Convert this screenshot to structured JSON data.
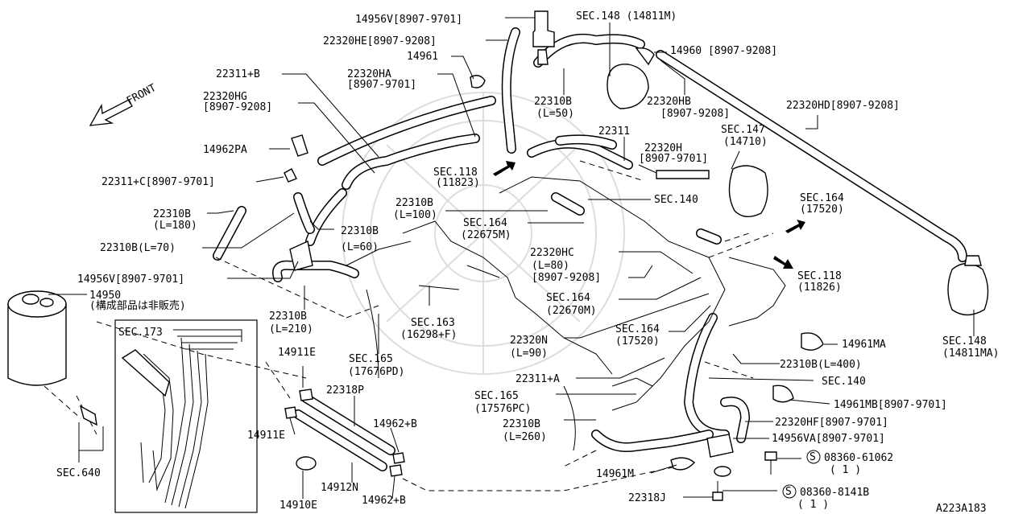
{
  "figure_id": "A223A183",
  "front": "FRONT",
  "labels": {
    "l01": "14956V[8907-9701]",
    "l02": "22320HE[8907-9208]",
    "l03": "14961",
    "l04": "SEC.148 (14811M)",
    "l05": "14960 [8907-9208]",
    "l06": "22311+B",
    "l07a": "22320HA",
    "l07b": "[8907-9701]",
    "l08a": "22320HG",
    "l08b": "[8907-9208]",
    "l09a": "22310B",
    "l09b": "(L=50)",
    "l10a": "22320HB",
    "l10b": "[8907-9208]",
    "l11": "22320HD[8907-9208]",
    "l12a": "SEC.147",
    "l12b": "(14710)",
    "l13": "22311",
    "l14a": "22320H",
    "l14b": "[8907-9701]",
    "l15": "14962PA",
    "l16a": "SEC.118",
    "l16b": "(11823)",
    "l17": "22311+C[8907-9701]",
    "l18": "SEC.140",
    "l19a": "22310B",
    "l19b": "(L=100)",
    "l20a": "SEC.164",
    "l20b": "(17520)",
    "l21a": "22310B",
    "l21b": "(L=180)",
    "l22a": "SEC.164",
    "l22b": "(22675M)",
    "l23a": "22310B",
    "l23b": "(L=60)",
    "l24": "22310B(L=70)",
    "l25a": "22320HC",
    "l25b": "(L=80)",
    "l25c": "[8907-9208]",
    "l26a": "SEC.118",
    "l26b": "(11826)",
    "l27": "14956V[8907-9701]",
    "l28a": "14950",
    "l28b": "(構成部品は非販売)",
    "l29a": "SEC.164",
    "l29b": "(22670M)",
    "l30a": "22310B",
    "l30b": "(L=210)",
    "l31a": "SEC.163",
    "l31b": "(16298+F)",
    "l32a": "SEC.164",
    "l32b": "(17520)",
    "l33": "SEC.173",
    "l34a": "22320N",
    "l34b": "(L=90)",
    "l35": "14961MA",
    "l36a": "SEC.148",
    "l36b": "(14811MA)",
    "l37": "14911E",
    "l38a": "SEC.165",
    "l38b": "(17676PD)",
    "l39": "22310B(L=400)",
    "l40": "SEC.140",
    "l41": "22311+A",
    "l42": "22318P",
    "l43a": "SEC.165",
    "l43b": "(17576PC)",
    "l44": "14961MB[8907-9701]",
    "l45": "14911E",
    "l46": "14962+B",
    "l47a": "22310B",
    "l47b": "(L=260)",
    "l48": "22320HF[8907-9701]",
    "l49": "14956VA[8907-9701]",
    "l50": "SEC.640",
    "l51": "08360-61062",
    "l51b": "( 1 )",
    "l52": "14961M",
    "l53": "14912N",
    "l54": "22318J",
    "l55": "08360-8141B",
    "l55b": "( 1 )",
    "l56": "14910E",
    "l57": "14962+B",
    "circle_s": "S"
  }
}
